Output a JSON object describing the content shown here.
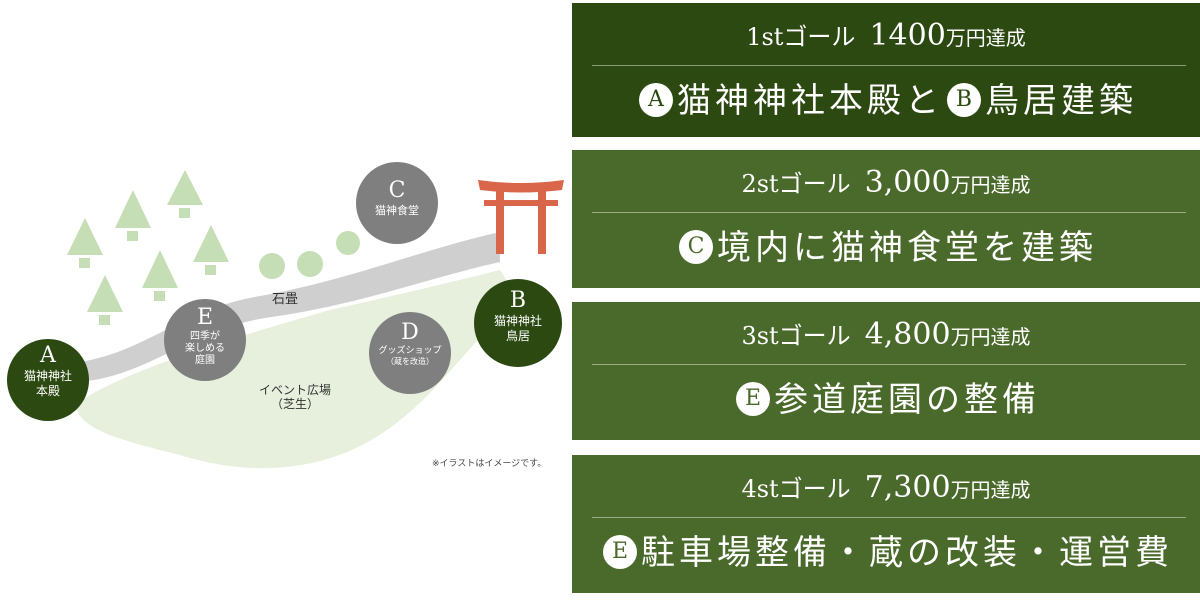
{
  "map": {
    "points": [
      {
        "letter": "A",
        "name": "猫神神社\n本殿"
      },
      {
        "letter": "B",
        "name": "猫神神社\n鳥居"
      },
      {
        "letter": "C",
        "name": "猫神食堂"
      },
      {
        "letter": "D",
        "name": "グッズショップ",
        "sub": "（蔵を改造）"
      },
      {
        "letter": "E",
        "name": "四季が\n楽しめる\n庭園"
      }
    ],
    "path_label": "石畳",
    "lawn_label": "イベント広場\n（芝生）",
    "note": "※イラストはイメージです。"
  },
  "colors": {
    "dark_green": "#2b4910",
    "mid_green": "#4a6a2b",
    "grey_circle": "#7f7f7f",
    "torii": "#d9654a",
    "lawn": "#e6f0dc",
    "tree": "#c5deb5",
    "path": "#cfcfcf"
  },
  "goals": [
    {
      "stage": "1stゴール",
      "amount": "1400",
      "unit": "万円達成",
      "items": [
        {
          "badge": "A",
          "text": "猫神神社本殿と"
        },
        {
          "badge": "B",
          "text": "鳥居建築"
        }
      ]
    },
    {
      "stage": "2stゴール",
      "amount": "3,000",
      "unit": "万円達成",
      "items": [
        {
          "badge": "C",
          "text": "境内に猫神食堂を建築"
        }
      ]
    },
    {
      "stage": "3stゴール",
      "amount": "4,800",
      "unit": "万円達成",
      "items": [
        {
          "badge": "E",
          "text": "参道庭園の整備"
        }
      ]
    },
    {
      "stage": "4stゴール",
      "amount": "7,300",
      "unit": "万円達成",
      "items": [
        {
          "badge": "E",
          "text": "駐車場整備・蔵の改装・運営費"
        }
      ]
    }
  ]
}
